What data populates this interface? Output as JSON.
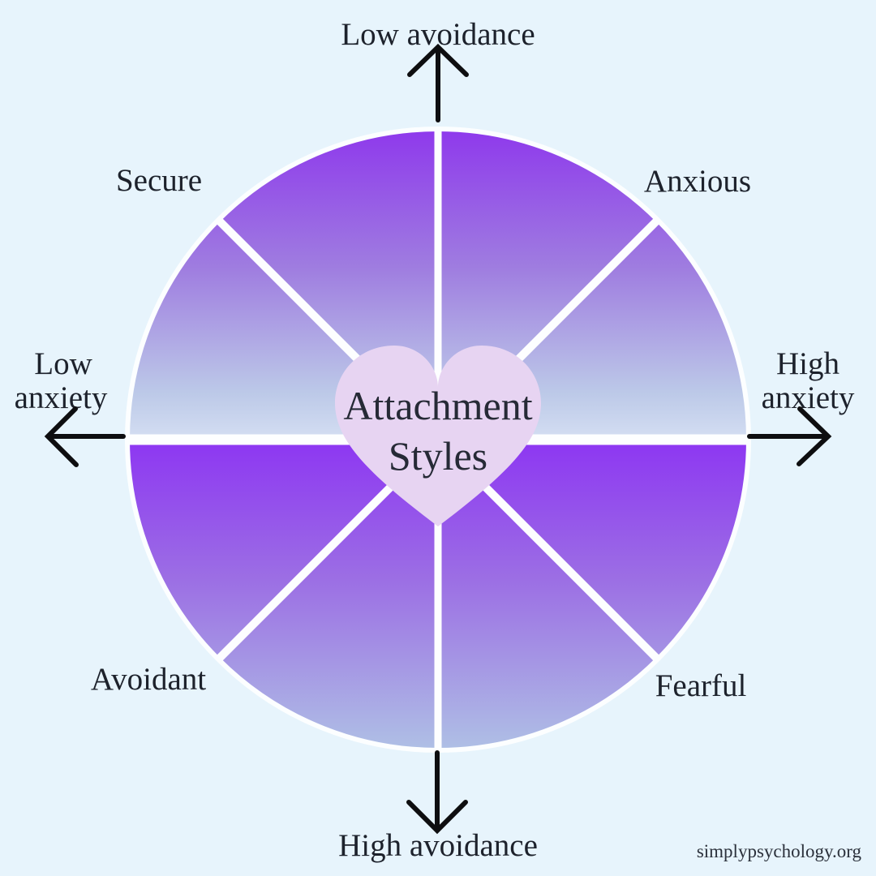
{
  "diagram": {
    "title_line1": "Attachment",
    "title_line2": "Styles",
    "axes": {
      "top": "Low avoidance",
      "bottom": "High avoidance",
      "left_line1": "Low",
      "left_line2": "anxiety",
      "right_line1": "High",
      "right_line2": "anxiety"
    },
    "quadrants": [
      {
        "label": "Secure",
        "position": "top-left"
      },
      {
        "label": "Anxious",
        "position": "top-right"
      },
      {
        "label": "Avoidant",
        "position": "bottom-left"
      },
      {
        "label": "Fearful",
        "position": "bottom-right"
      }
    ],
    "colors": {
      "background": "#e7f4fc",
      "wheel_purple_top": "#8e38ec",
      "wheel_purple_bottom": "#8d36f2",
      "wheel_steel_blue": "#afc1e5",
      "divider_white": "#fdfeff",
      "heart_fill": "#e7d4f2",
      "text_dark": "#1d222c",
      "arrow_black": "#0e0e10"
    }
  },
  "footer": {
    "watermark": "simplypsychology.org"
  }
}
